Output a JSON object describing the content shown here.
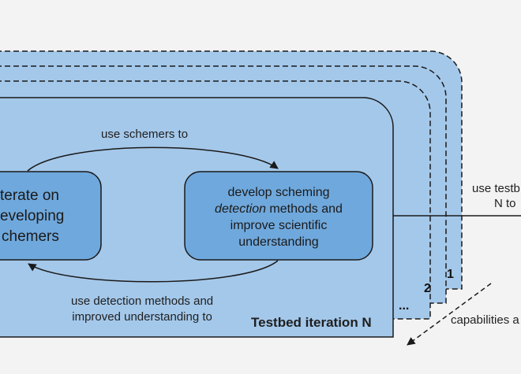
{
  "arrows": {
    "top_label": "use schemers to",
    "bottom_label_line1": "use detection methods and",
    "bottom_label_line2": "improved understanding to"
  },
  "left_box": {
    "line1": "terate on",
    "line2": "eveloping",
    "line3": "chemers"
  },
  "right_box": {
    "line1": "develop scheming",
    "line2_emph": "detection",
    "line2_rest": " methods and",
    "line3": "improve scientific",
    "line4": "understanding"
  },
  "testbed": {
    "title": "Testbed iteration N",
    "ellipsis": "...",
    "layer_2": "2",
    "layer_1": "1"
  },
  "right_labels": {
    "use_line1": "use testb",
    "use_line2": "N to",
    "capabilities": "capabilities a"
  },
  "colors": {
    "background": "#f3f3f3",
    "panel_fill": "#a4c8ea",
    "box_fill": "#6fa8dc",
    "stroke": "#1a1a1a"
  }
}
